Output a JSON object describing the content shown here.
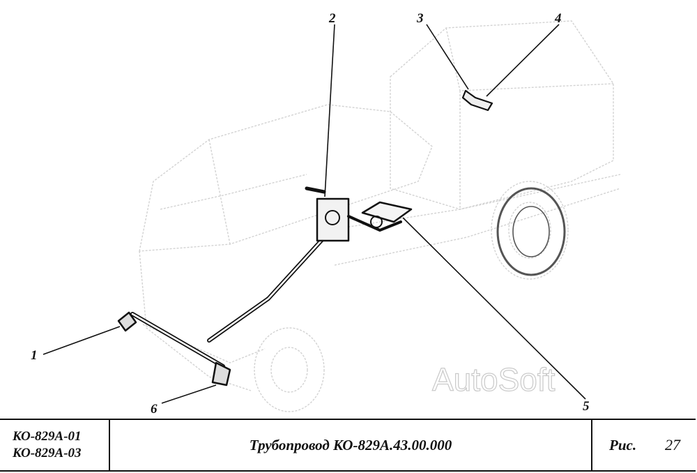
{
  "figure": {
    "callouts": {
      "c1": "1",
      "c2": "2",
      "c3": "3",
      "c4": "4",
      "c5": "5",
      "c6": "6"
    },
    "watermark": "AutoSoft"
  },
  "title_block": {
    "models": [
      "КО-829А-01",
      "КО-829А-03"
    ],
    "title": "Трубопровод КО-829А.43.00.000",
    "fig_label": "Рис.",
    "fig_number": "27"
  }
}
